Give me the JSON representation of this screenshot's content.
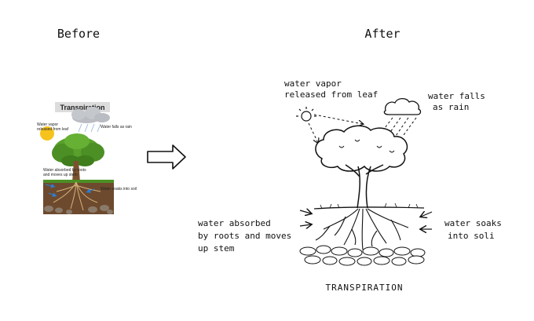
{
  "headings": {
    "before": "Before",
    "after": "After"
  },
  "before_panel": {
    "title": "Transpiration",
    "labels": {
      "vapor_line1": "Water vapor",
      "vapor_line2": "released from leaf",
      "rain": "Water falls as rain",
      "absorbed_line1": "Water absorbed by roots",
      "absorbed_line2": "and moves up stem",
      "soaks": "Water soaks into soil"
    },
    "colors": {
      "sky_cloud": "#b9bcc2",
      "sun": "#f6c21d",
      "leaves": "#5aa02c",
      "leaves_dark": "#3f7d1d",
      "trunk": "#7a5230",
      "soil": "#6d4a2e",
      "rocks": "#8a7a6a",
      "arrow": "#2b7fd8"
    }
  },
  "arrow_icon": "right-outline-arrow",
  "after_panel": {
    "title": "TRANSPIRATION",
    "labels": {
      "vapor_line1": "water vapor",
      "vapor_line2": "released from leaf",
      "rain_line1": "water falls",
      "rain_line2": "as rain",
      "absorbed_line1": "water absorbed",
      "absorbed_line2": "by roots and moves",
      "absorbed_line3": "up stem",
      "soaks_line1": "water soaks",
      "soaks_line2": "into soli"
    }
  }
}
